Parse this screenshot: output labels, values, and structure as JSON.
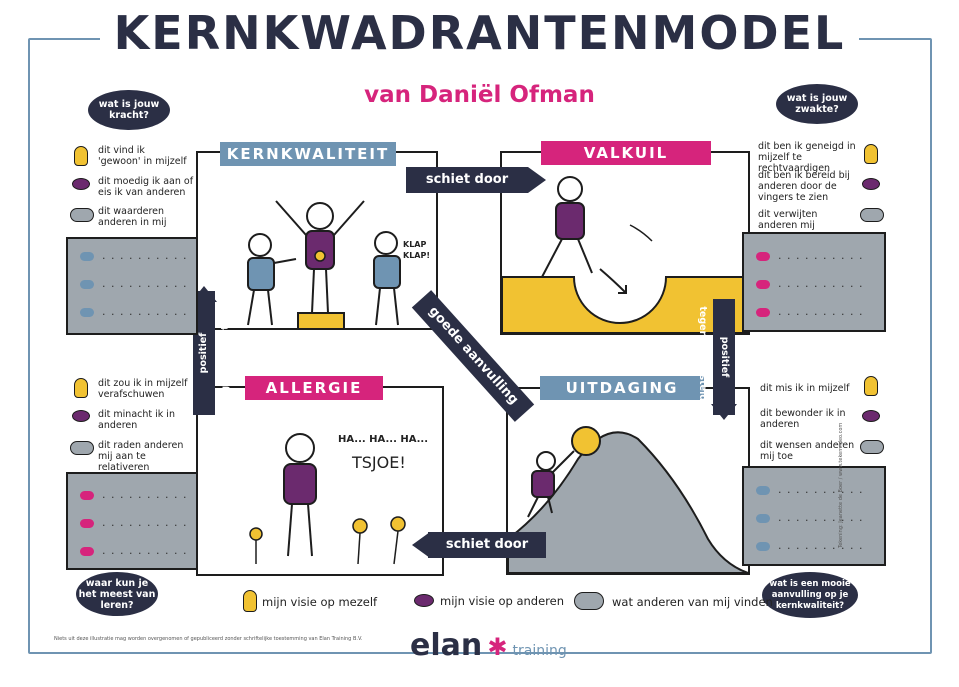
{
  "title": "KERNKWADRANTENMODEL",
  "subtitle": "van Daniël Ofman",
  "quadrants": {
    "kernkwaliteit": "KERNKWALITEIT",
    "valkuil": "VALKUIL",
    "allergie": "ALLERGIE",
    "uitdaging": "UITDAGING"
  },
  "arrows": {
    "schiet_door_top": "schiet door",
    "schiet_door_bottom": "schiet door",
    "positief_left": "positief tegenovergestelde",
    "positief_right": "positief tegenovergestelde",
    "goede_aanvulling": "goede aanvulling"
  },
  "bubbles": {
    "top_left": "wat is jouw kracht?",
    "top_right": "wat is jouw zwakte?",
    "bottom_left": "waar kun je het meest van leren?",
    "bottom_right": "wat is een mooie aanvulling op je kernkwaliteit?"
  },
  "prompts": {
    "top_left": [
      "dit vind ik 'gewoon' in mijzelf",
      "dit moedig ik aan of eis ik van anderen",
      "dit waarderen anderen in mij"
    ],
    "top_right": [
      "dit ben ik geneigd in mijzelf te rechtvaardigen",
      "dit ben ik bereid bij anderen door de vingers te zien",
      "dit verwijten anderen mij"
    ],
    "bottom_left": [
      "dit zou ik in mijzelf verafschuwen",
      "dit minacht ik in anderen",
      "dit raden anderen mij aan te relativeren"
    ],
    "bottom_right": [
      "dit mis ik in mijzelf",
      "dit bewonder ik in anderen",
      "dit wensen anderen mij toe"
    ]
  },
  "note_dots": ". . . . . . . . . .",
  "illustration_text": {
    "klap": "KLAP KLAP!",
    "ha": "HA... HA... HA...",
    "tsjoe": "TSJOE!"
  },
  "legend": {
    "self": "mijn visie op mezelf",
    "others": "mijn visie op anderen",
    "others_view": "wat anderen van mij vinden"
  },
  "footer": {
    "disclaimer": "Niets uit deze illustratie mag worden overgenomen of gepubliceerd zonder schriftelijke toestemming van Elan Training B.V.",
    "logo_word": "elan",
    "logo_sub": "training",
    "credit": "Tekening: Jeanette de Boer / www.tekenvideo.com"
  },
  "colors": {
    "navy": "#2b2f45",
    "blue": "#6f94b2",
    "pink": "#d6247c",
    "yellow": "#f1c232",
    "purple": "#6b2a6e",
    "grey": "#9fa7ae"
  }
}
